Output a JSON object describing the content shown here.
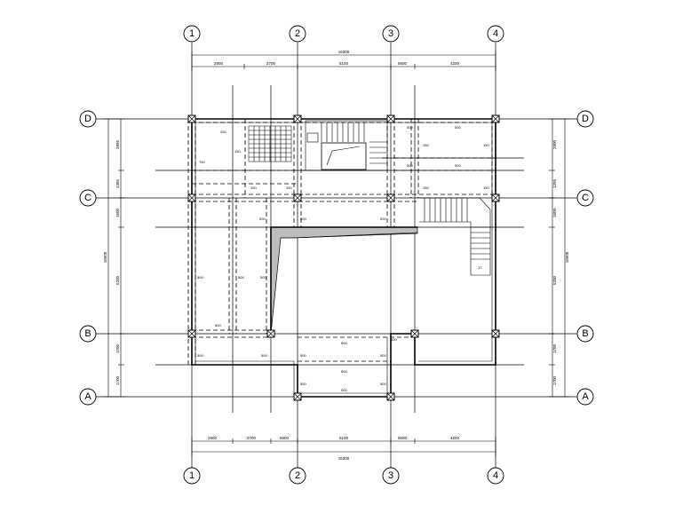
{
  "grid": {
    "numeric_axes": [
      "1",
      "2",
      "3",
      "4"
    ],
    "letter_axes": [
      "D",
      "C",
      "B",
      "A"
    ]
  },
  "dimensions": {
    "top_total": "16300",
    "top_segments": [
      "2900",
      "2700",
      "5100",
      "5600",
      "4200"
    ],
    "bottom_total": "16300",
    "bottom_segments": [
      "2900",
      "2700",
      "5600",
      "5100",
      "5600",
      "4200"
    ],
    "left_total": "16500",
    "left_segments": [
      "2895",
      "1395",
      "1600",
      "5200",
      "1700",
      "1700"
    ],
    "right_total": "16500",
    "right_segments": [
      "2900",
      "1395",
      "1600",
      "5200",
      "1700",
      "1700"
    ]
  },
  "beam_labels": [
    "250",
    "150",
    "750",
    "500",
    "500",
    "150",
    "150",
    "150",
    "500",
    "150",
    "150",
    "150",
    "500",
    "500",
    "500",
    "500",
    "500",
    "500",
    "500",
    "500",
    "500",
    "500",
    "500",
    "500",
    "500",
    "500",
    "500",
    "500",
    "500",
    "500"
  ],
  "stair_label": "17"
}
